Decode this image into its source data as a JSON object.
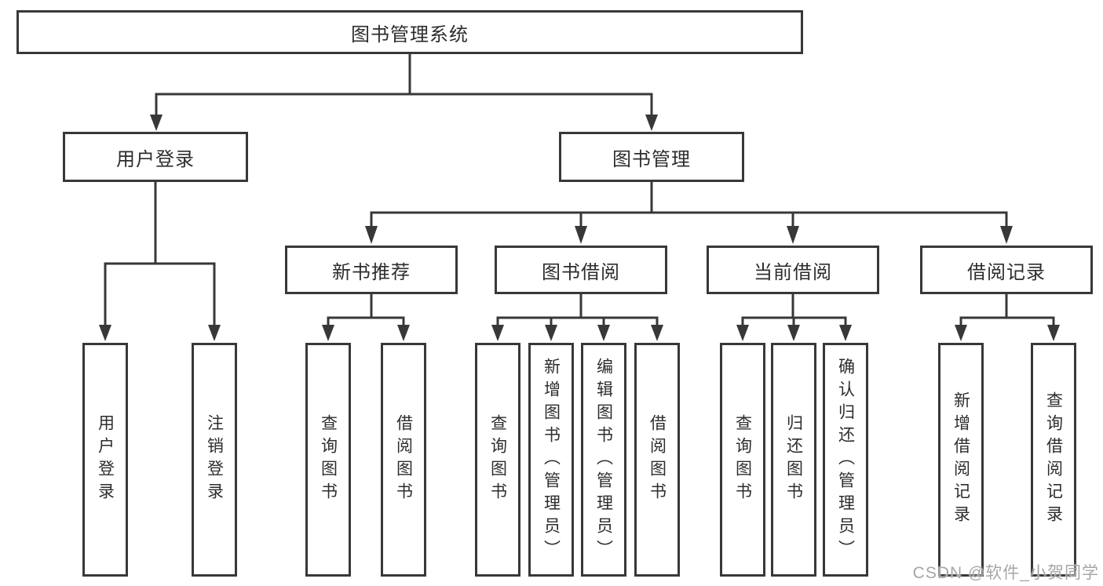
{
  "diagram": {
    "root": {
      "label": "图书管理系统"
    },
    "level2": [
      {
        "label": "用户登录"
      },
      {
        "label": "图书管理"
      }
    ],
    "level3": [
      {
        "label": "新书推荐"
      },
      {
        "label": "图书借阅"
      },
      {
        "label": "当前借阅"
      },
      {
        "label": "借阅记录"
      }
    ],
    "leaves": {
      "user_login": [
        "用户登录",
        "注销登录"
      ],
      "new_book": [
        "查询图书",
        "借阅图书"
      ],
      "book_borrow": [
        "查询图书",
        "新增图书（管理员）",
        "编辑图书（管理员）",
        "借阅图书"
      ],
      "current_borrow": [
        "查询图书",
        "归还图书",
        "确认归还（管理员）"
      ],
      "borrow_record": [
        "新增借阅记录",
        "查询借阅记录"
      ]
    }
  },
  "watermark": {
    "text": "CSDN @软件_小贺同学"
  },
  "colors": {
    "line": "#383838",
    "text": "#2d2d2d",
    "watermark": "#a6a6a6",
    "background": "#ffffff"
  }
}
